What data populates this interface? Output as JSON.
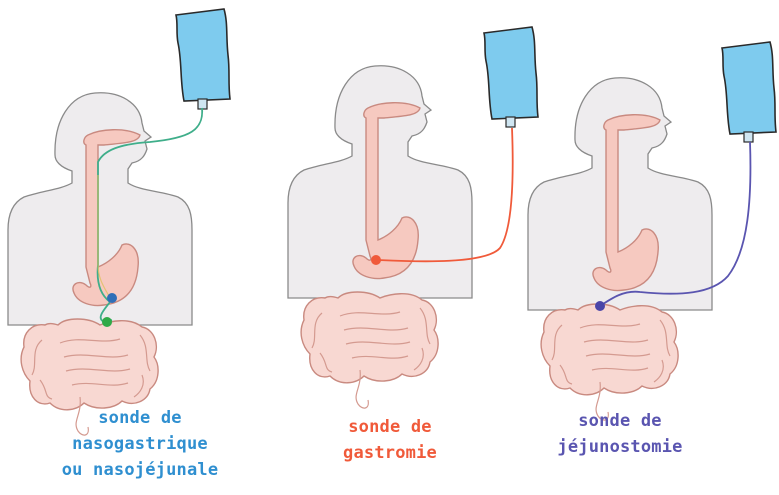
{
  "panels": [
    {
      "id": "nasogastric",
      "caption_lines": [
        "sonde de",
        "nasogastrique",
        "ou nasojéjunale"
      ],
      "caption_color": "#2f8fd0",
      "tube_color": "#3fae8a",
      "tip_colors": [
        "#2f6fb8",
        "#2faa48"
      ]
    },
    {
      "id": "gastrostomy",
      "caption_lines": [
        "sonde de",
        "gastromie"
      ],
      "caption_color": "#f05a3a",
      "tube_color": "#f05a3a",
      "tip_colors": [
        "#f05a3a"
      ]
    },
    {
      "id": "jejunostomy",
      "caption_lines": [
        "sonde de",
        "jéjunostomie"
      ],
      "caption_color": "#5a55b0",
      "tube_color": "#5a55b0",
      "tip_colors": [
        "#4a45a8"
      ]
    }
  ],
  "colors": {
    "body_fill": "#eeecee",
    "body_stroke": "#8a8a8a",
    "organ_fill": "#f6c9c0",
    "organ_stroke": "#c98a80",
    "bag_fill": "#7ecbee",
    "bag_stroke": "#2a2a2a"
  }
}
